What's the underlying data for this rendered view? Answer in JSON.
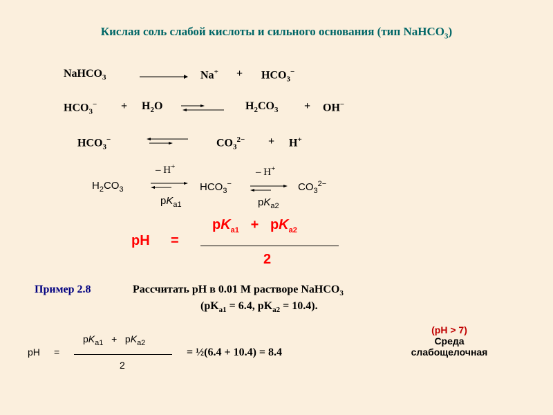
{
  "title": {
    "text_main": "Кислая соль слабой кислоты и сильного основания  (тип NaHCO",
    "text_sub": "3",
    "text_end": ")"
  },
  "eq1": {
    "left": "NaHCO",
    "left_sub": "3",
    "p1": "Na",
    "p1_sup": "+",
    "plus": "+",
    "p2": "HCO",
    "p2_sub": "3",
    "p2_sup": "−"
  },
  "eq2": {
    "r1": "HCO",
    "r1_sub": "3",
    "r1_sup": "−",
    "plus1": "+",
    "r2": "H",
    "r2_sub": "2",
    "r2_end": "O",
    "p1": "H",
    "p1_sub": "2",
    "p1_mid": "CO",
    "p1_sub2": "3",
    "plus2": "+",
    "p2": "OH",
    "p2_sup": "−"
  },
  "eq3": {
    "r1": "HCO",
    "r1_sub": "3",
    "r1_sup": "−",
    "p1": "CO",
    "p1_sub": "3",
    "p1_sup": "2−",
    "plus": "+",
    "p2": "H",
    "p2_sup": "+"
  },
  "scheme": {
    "s1": "H",
    "s1_sub": "2",
    "s1_mid": "CO",
    "s1_sub2": "3",
    "above1": "– H",
    "above1_sup": "+",
    "below1": "pK",
    "below1_sub": "a1",
    "s2": "HCO",
    "s2_sub": "3",
    "s2_sup": "−",
    "above2": "– H",
    "above2_sup": "+",
    "below2": "pK",
    "below2_sub": "a2",
    "s3": "CO",
    "s3_sub": "3",
    "s3_sup": "2−"
  },
  "formula_main": {
    "lhs": "pH",
    "eq_sign": "=",
    "num_a": "pK",
    "num_a_sub": "a1",
    "num_plus": "+",
    "num_b": "pK",
    "num_b_sub": "a2",
    "den": "2",
    "color": "#ff0000"
  },
  "example": {
    "label": "Пример 2.8",
    "line1": "Рассчитать pH в 0.01 М растворе NaHCO",
    "line1_sub": "3",
    "line2_open": "(pK",
    "line2_sub1": "a1",
    "line2_mid": " = 6.4,  pK",
    "line2_sub2": "a2",
    "line2_end": " = 10.4).",
    "label_color": "#000080"
  },
  "formula_calc": {
    "lhs": "pH",
    "eq_sign": "=",
    "num_a": "pK",
    "num_a_sub": "a1",
    "num_plus": "+",
    "num_b": "pK",
    "num_b_sub": "a2",
    "den": "2",
    "result": "=  ½(6.4  +  10.4)  =  8.4"
  },
  "note": {
    "line1": "(pH > 7)",
    "line2": "Среда",
    "line3": "слабощелочная",
    "color": "#c00000"
  }
}
